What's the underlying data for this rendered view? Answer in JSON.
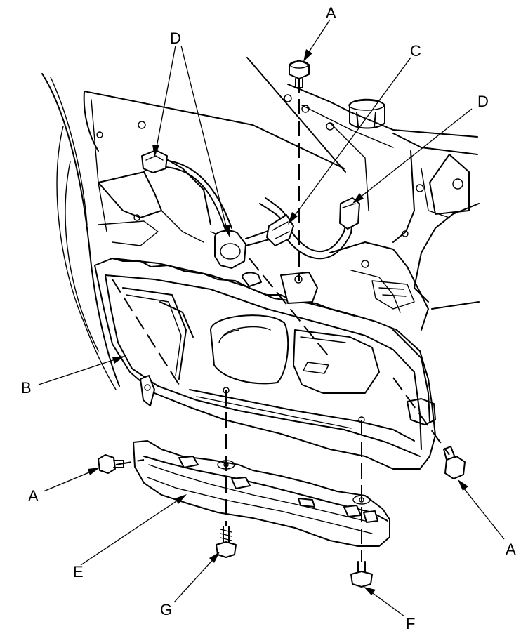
{
  "callouts": {
    "a_top": "A",
    "a_left": "A",
    "a_right": "A",
    "b": "B",
    "c": "C",
    "d_top": "D",
    "d_right": "D",
    "e": "E",
    "f": "F",
    "g": "G"
  }
}
